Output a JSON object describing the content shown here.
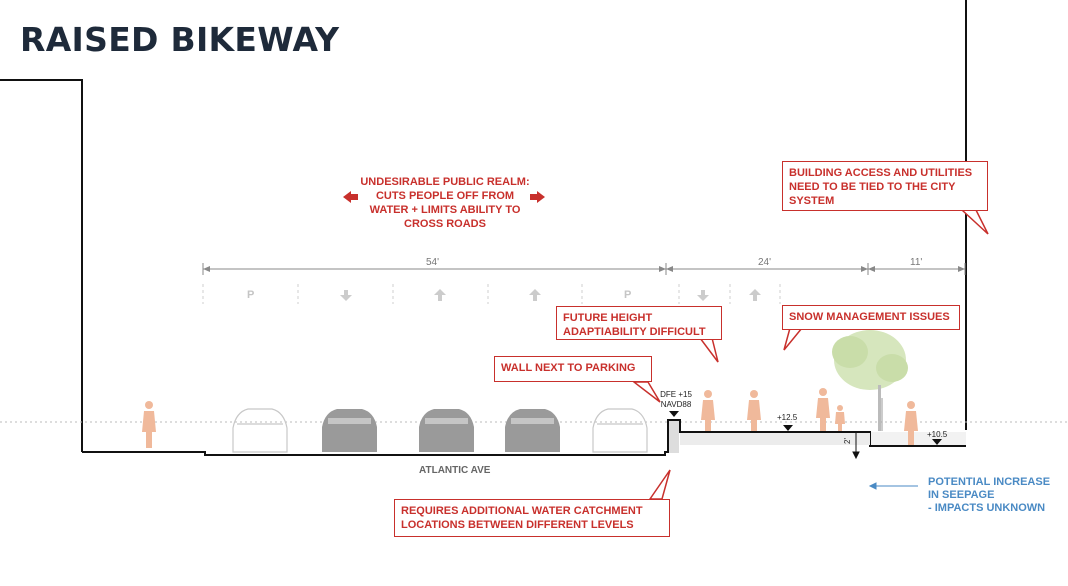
{
  "title": "RAISED BIKEWAY",
  "public_realm_note": {
    "line1": "UNDESIRABLE PUBLIC REALM:",
    "line2": "CUTS PEOPLE OFF FROM",
    "line3": "WATER + LIMITS ABILITY TO",
    "line4": "CROSS ROADS"
  },
  "callouts": {
    "building_access": [
      "BUILDING ACCESS AND UTILITIES",
      "NEED TO BE TIED TO THE CITY",
      "SYSTEM"
    ],
    "future_height": [
      "FUTURE HEIGHT",
      "ADAPTIABILITY DIFFICULT"
    ],
    "snow": [
      "SNOW MANAGEMENT ISSUES"
    ],
    "wall_parking": [
      "WALL NEXT TO PARKING"
    ],
    "water_catchment": [
      "REQUIRES ADDITIONAL WATER CATCHMENT",
      "LOCATIONS BETWEEN DIFFERENT LEVELS"
    ]
  },
  "dimensions": {
    "road": "54'",
    "bikeway": "24'",
    "sidewalk": "11'"
  },
  "lane_marks": {
    "parking_left": "P",
    "parking_right": "P",
    "colors": {
      "red": "#c8302c",
      "blue": "#4a8ac4",
      "figure": "#f0b99b",
      "car_gray": "#9a9a9a",
      "tree": "#cfe0b4"
    }
  },
  "elevations": {
    "dfe": "DFE +15",
    "datum": "NAVD88",
    "bikeway_level": "+12.5",
    "sidewalk_level": "+10.5",
    "step_height": "2'"
  },
  "street_name": "ATLANTIC AVE",
  "seepage_note": [
    "POTENTIAL INCREASE",
    "IN SEEPAGE",
    "- IMPACTS UNKNOWN"
  ]
}
